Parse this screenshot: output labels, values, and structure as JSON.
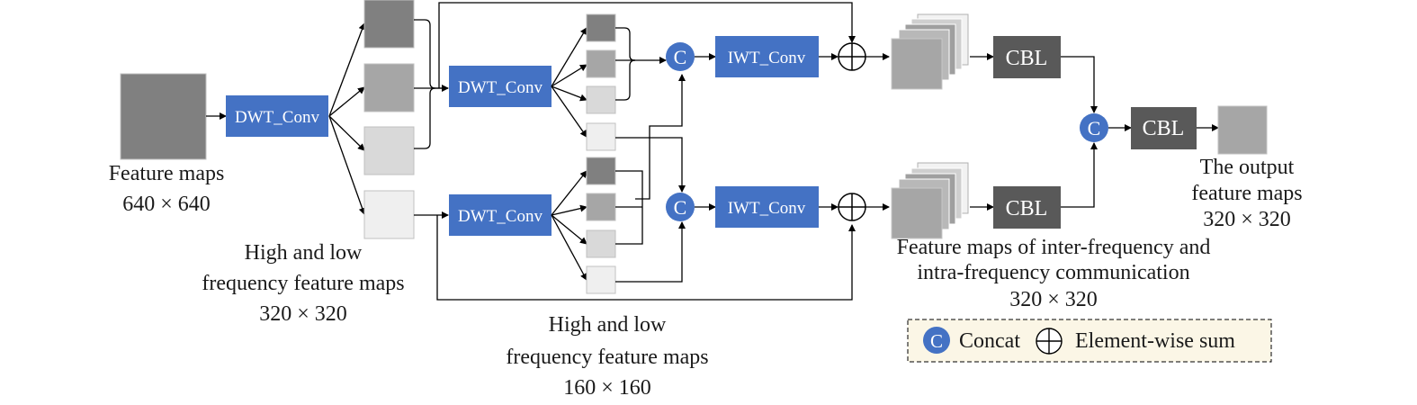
{
  "colors": {
    "conv_blue": "#4472c4",
    "cbl_gray": "#595959",
    "concat_circle": "#4472c4",
    "map_dark": "#808080",
    "map_mid": "#a6a6a6",
    "map_light": "#d9d9d9",
    "map_lighter": "#efefef",
    "legend_bg": "#fbf6e6",
    "line": "#000000"
  },
  "blocks": {
    "dwt_conv": "DWT_Conv",
    "iwt_conv": "IWT_Conv",
    "cbl": "CBL",
    "concat_symbol": "C"
  },
  "captions": {
    "input_line1": "Feature maps",
    "input_line2": "640 × 640",
    "level1_line1": "High and low",
    "level1_line2": "frequency feature maps",
    "level1_line3": "320 × 320",
    "level2_line1": "High and low",
    "level2_line2": "frequency feature maps",
    "level2_line3": "160 × 160",
    "comm_line1": "Feature maps of inter-frequency and",
    "comm_line2": "intra-frequency communication",
    "comm_line3": "320 × 320",
    "output_line1": "The output",
    "output_line2": "feature maps",
    "output_line3": "320 × 320"
  },
  "legend": {
    "concat_label": "Concat",
    "sum_label": "Element-wise sum"
  }
}
